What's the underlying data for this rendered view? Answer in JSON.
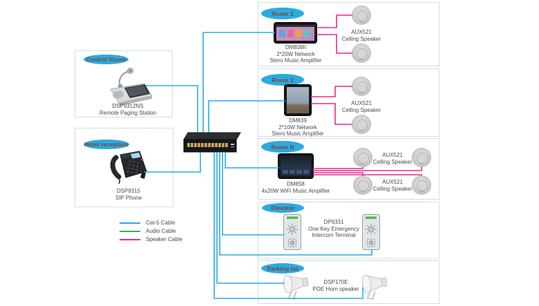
{
  "legend": {
    "items": [
      {
        "label": "Cat-5 Cable",
        "color": "#29ABE2"
      },
      {
        "label": "Audio Cable",
        "color": "#39B54A"
      },
      {
        "label": "Speaker Cable",
        "color": "#EC268F"
      }
    ]
  },
  "zones": {
    "control_room": {
      "title": "Control Room",
      "device": {
        "model": "DSP9312NS",
        "desc": "Remote Paging Station"
      }
    },
    "hotel_reception": {
      "title": "Hotel reception",
      "device": {
        "model": "DSP9315",
        "desc": "SIP Phone"
      }
    },
    "room1": {
      "title": "Room 1",
      "amp": {
        "model": "DM838II",
        "line2": "2*20W Network",
        "line3": "Stero Music Amplifier"
      },
      "speaker": {
        "model": "AUX521",
        "desc": "Celling Speaker"
      }
    },
    "room2": {
      "title": "Room 2",
      "amp": {
        "model": "DM839",
        "line2": "2*10W Network",
        "line3": "Stero Music Amplifier"
      },
      "speaker": {
        "model": "AUX521",
        "desc": "Celling Speaker"
      }
    },
    "roomN": {
      "title": "Room N",
      "amp": {
        "model": "DM858",
        "line2": "4x20W WiFi Music Amplifier"
      },
      "speakers": [
        {
          "model": "AUX521",
          "desc": "Celling Speaker"
        },
        {
          "model": "AUX521",
          "desc": "Celling Speaker"
        }
      ]
    },
    "elevator": {
      "title": "Elevator",
      "device": {
        "model": "DP9331",
        "line2": "One Key Emergency",
        "line3": "Intercom Terminal"
      }
    },
    "parking": {
      "title": "Parking lot",
      "device": {
        "model": "DSP170E",
        "line2": "POE Horn speaker"
      }
    }
  }
}
